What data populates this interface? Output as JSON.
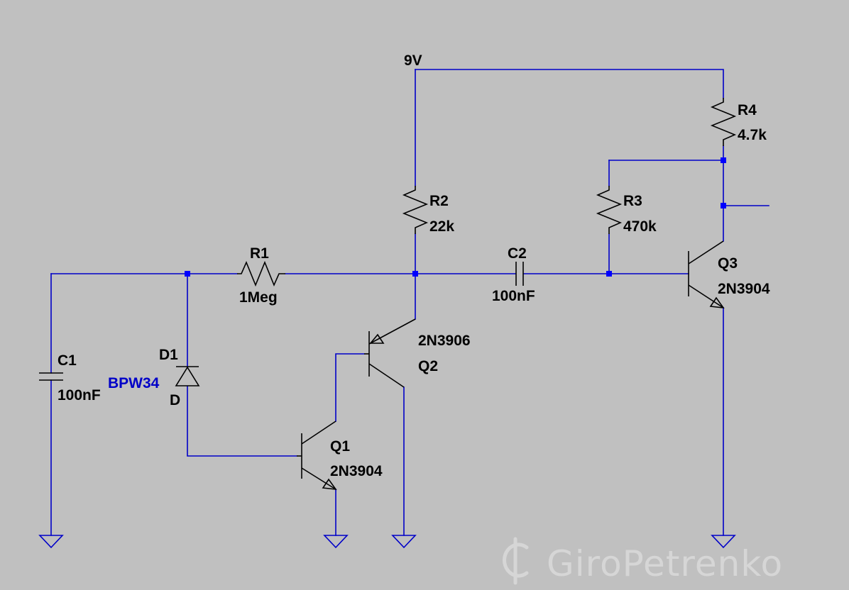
{
  "colors": {
    "background": "#c0c0c0",
    "wire": "#0000c8",
    "component": "#000000",
    "junction": "#0000ff",
    "label_blue": "#0000c8",
    "watermark": "#d6d6d6"
  },
  "supply": {
    "label": "9V"
  },
  "components": {
    "r1": {
      "ref": "R1",
      "value": "1Meg"
    },
    "r2": {
      "ref": "R2",
      "value": "22k"
    },
    "r3": {
      "ref": "R3",
      "value": "470k"
    },
    "r4": {
      "ref": "R4",
      "value": "4.7k"
    },
    "c1": {
      "ref": "C1",
      "value": "100nF"
    },
    "c2": {
      "ref": "C2",
      "value": "100nF"
    },
    "d1": {
      "ref": "D1",
      "part": "BPW34",
      "type": "D"
    },
    "q1": {
      "ref": "Q1",
      "model": "2N3904"
    },
    "q2": {
      "ref": "Q2",
      "model": "2N3906"
    },
    "q3": {
      "ref": "Q3",
      "model": "2N3904"
    }
  },
  "watermark": {
    "text": "GiroPetrenko",
    "icon": "cedi-sign-icon"
  }
}
